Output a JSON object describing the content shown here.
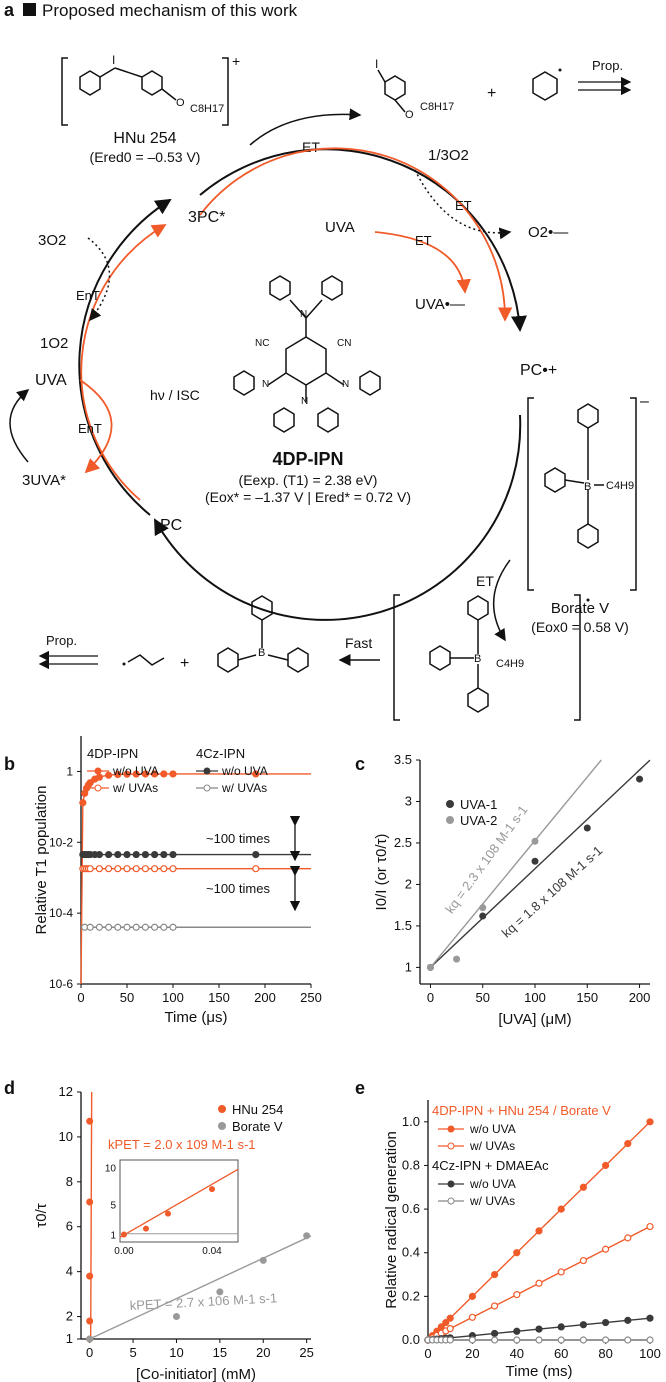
{
  "panel_a": {
    "letter": "a",
    "title": "Proposed mechanism of this work",
    "hnu": "HNu 254",
    "hnu_e": "(Ered0 = –0.53 V)",
    "prop": "Prop.",
    "et": "ET",
    "o2_13": "1/3O2",
    "o2_rad": "O2•—",
    "uva": "UVA",
    "uva_rad": "UVA•—",
    "pc_t": "3PC*",
    "o2_3": "3O2",
    "o2_1": "1O2",
    "ent": "EnT",
    "uva3": "3UVA*",
    "hv": "hν / ISC",
    "pc": "PC",
    "pc_rad": "PC•+",
    "cat": "4DP-IPN",
    "cat_e1": "(Eexp. (T1) = 2.38 eV)",
    "cat_e2": "(Eox* = –1.37 V | Ered* = 0.72 V)",
    "borate": "Borate V",
    "borate_e": "(Eox0 = 0.58 V)",
    "fast": "Fast",
    "c4h9": "C4H9",
    "c8h17": "C8H17",
    "nc": "NC",
    "cn": "CN",
    "n": "N",
    "b": "B",
    "i": "I",
    "o": "O",
    "plus": "+",
    "minus": "–"
  },
  "charts": [
    {
      "id": "b",
      "type": "scatter",
      "xlabel": "Time (μs)",
      "ylabel": "Relative T1 population",
      "xlim": [
        0,
        250
      ],
      "ylim_log10": [
        -6,
        1
      ],
      "xticks": [
        "0",
        "50",
        "100",
        "150",
        "200",
        "250"
      ],
      "yticks": [
        "10-6",
        "10-4",
        "10-2",
        "1"
      ],
      "legend_headers": [
        "4DP-IPN",
        "4Cz-IPN"
      ],
      "legend_items": [
        "w/o UVA",
        "w/ UVAs",
        "w/o UVA",
        "w/ UVAs"
      ],
      "annotations": [
        "~100 times",
        "~100 times"
      ],
      "series": [
        {
          "name": "4DP-IPN w/o UVA",
          "color": "#f15a29",
          "filled": true,
          "plateau": 0.85
        },
        {
          "name": "4DP-IPN w/ UVAs",
          "color": "#f15a29",
          "filled": false,
          "plateau": 0.0018
        },
        {
          "name": "4Cz-IPN w/o UVA",
          "color": "#3a3a3a",
          "filled": true,
          "plateau": 0.0045
        },
        {
          "name": "4Cz-IPN w/ UVAs",
          "color": "#888888",
          "filled": false,
          "plateau": 4e-05
        }
      ]
    },
    {
      "id": "c",
      "type": "scatter",
      "xlabel": "[UVA] (μM)",
      "ylabel": "I0/I (or τ0/τ)",
      "xlim": [
        -10,
        210
      ],
      "ylim": [
        0.8,
        3.5
      ],
      "xticks": [
        0,
        50,
        100,
        150,
        200
      ],
      "yticks": [
        1,
        1.5,
        2,
        2.5,
        3,
        3.5
      ],
      "series": [
        {
          "name": "UVA-1",
          "color": "#3a3a3a",
          "x": [
            0,
            50,
            100,
            150,
            200
          ],
          "y": [
            1,
            1.62,
            2.28,
            2.68,
            3.27
          ],
          "slope_k": "kq = 1.8 x 108 M-1 s-1",
          "fit_slope": 0.0119
        },
        {
          "name": "UVA-2",
          "color": "#999999",
          "x": [
            0,
            25,
            50,
            100
          ],
          "y": [
            1,
            1.1,
            1.72,
            2.52
          ],
          "slope_k": "kq = 2.3 x 108 M-1 s-1",
          "fit_slope": 0.0153
        }
      ]
    },
    {
      "id": "d",
      "type": "scatter",
      "xlabel": "[Co-initiator] (mM)",
      "ylabel": "τ0/τ",
      "xlim": [
        -1,
        25.5
      ],
      "ylim": [
        1,
        12
      ],
      "xticks": [
        0,
        5,
        10,
        15,
        20,
        25
      ],
      "yticks": [
        1,
        2,
        4,
        6,
        8,
        10,
        12
      ],
      "series": [
        {
          "name": "HNu 254",
          "color": "#f15a29",
          "x": [
            0,
            0.01,
            0.02,
            0.03,
            0.04
          ],
          "y": [
            1,
            1.8,
            3.8,
            7.1,
            10.7
          ],
          "k": "kPET = 2.0 x 109 M-1 s-1"
        },
        {
          "name": "Borate V",
          "color": "#999999",
          "x": [
            0,
            10,
            15,
            20,
            25
          ],
          "y": [
            1,
            2.0,
            3.1,
            4.5,
            5.6
          ],
          "k": "kPET = 2.7 x 106 M-1 s-1"
        }
      ],
      "inset": {
        "xticks": [
          "0.00",
          "0.04"
        ],
        "yticks": [
          1,
          5,
          10
        ],
        "x": [
          0,
          0.01,
          0.02,
          0.04
        ],
        "y": [
          1,
          1.8,
          3.8,
          7.1
        ]
      }
    },
    {
      "id": "e",
      "type": "line",
      "xlabel": "Time (ms)",
      "ylabel": "Relative radical generation",
      "xlim": [
        0,
        100
      ],
      "ylim": [
        0,
        1.1
      ],
      "xticks": [
        0,
        20,
        40,
        60,
        80,
        100
      ],
      "yticks": [
        "0.0",
        "0.2",
        "0.4",
        "0.6",
        "0.8",
        "1.0"
      ],
      "legend_headers": [
        "4DP-IPN + HNu 254 / Borate V",
        "4Cz-IPN + DMAEAc"
      ],
      "legend_items": [
        "w/o UVA",
        "w/ UVAs",
        "w/o UVA",
        "w/ UVAs"
      ],
      "series": [
        {
          "name": "4DP-IPN w/o UVA",
          "color": "#f15a29",
          "filled": true,
          "end": 1.0
        },
        {
          "name": "4DP-IPN w/ UVAs",
          "color": "#f15a29",
          "filled": false,
          "end": 0.52
        },
        {
          "name": "4Cz-IPN w/o UVA",
          "color": "#3a3a3a",
          "filled": true,
          "end": 0.1
        },
        {
          "name": "4Cz-IPN w/ UVAs",
          "color": "#888888",
          "filled": false,
          "end": 0.0
        }
      ]
    }
  ],
  "letters": [
    "b",
    "c",
    "d",
    "e"
  ]
}
